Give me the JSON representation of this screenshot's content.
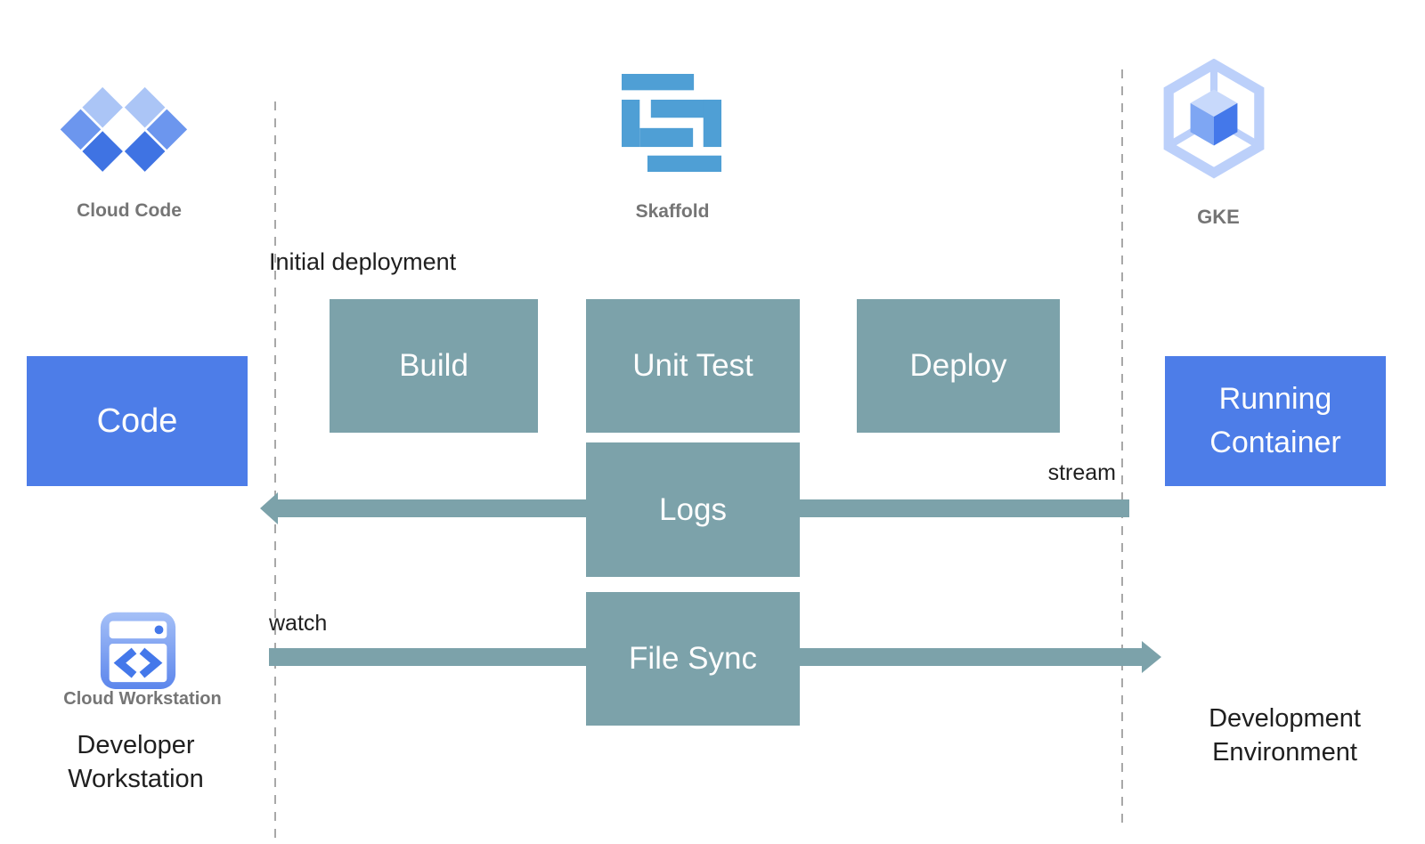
{
  "icons": {
    "cloud_code_label": "Cloud Code",
    "skaffold_label": "Skaffold",
    "gke_label": "GKE",
    "cloud_workstation_label": "Cloud Workstation"
  },
  "boxes": {
    "code": "Code",
    "build": "Build",
    "unit_test": "Unit Test",
    "deploy": "Deploy",
    "logs": "Logs",
    "file_sync": "File Sync",
    "running_container": "Running Container"
  },
  "annotations": {
    "initial_deployment": "Initial deployment",
    "stream": "stream",
    "watch": "watch",
    "developer_workstation": "Developer Workstation",
    "development_environment": "Development Environment"
  },
  "colors": {
    "process_teal": "#7ca2aa",
    "entity_blue": "#4d7de8",
    "skaffold_blue": "#4f9fd5",
    "caption_gray": "#757575",
    "text_black": "#1f1f1f",
    "dash_gray": "#a8a8a8",
    "cloud_blue_light": "#abc5f6",
    "cloud_blue_medium": "#6c96ee",
    "cloud_blue_dark": "#3f73e3"
  }
}
